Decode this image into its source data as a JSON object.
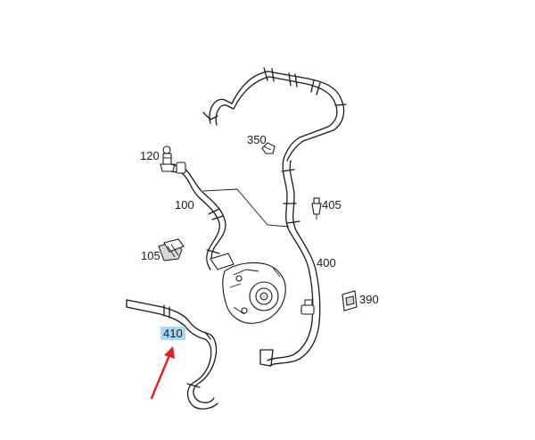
{
  "labels": {
    "p350": "350",
    "p120": "120",
    "p405": "405",
    "p100": "100",
    "p400": "400",
    "p105": "105",
    "p390": "390",
    "p410": "410"
  },
  "colors": {
    "highlight": "#a9d6f0",
    "arrow": "#e02020",
    "line": "#1a1a1a"
  }
}
